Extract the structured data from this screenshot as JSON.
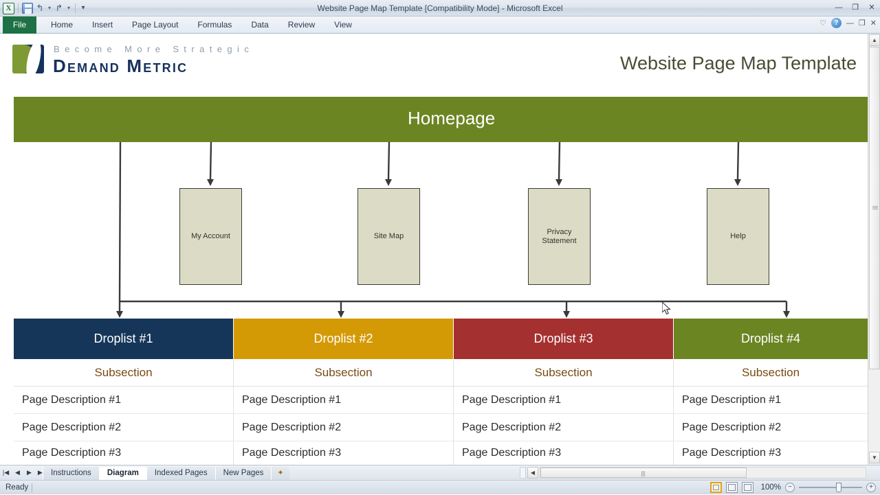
{
  "window": {
    "title": "Website Page Map Template  [Compatibility Mode]  -  Microsoft Excel",
    "minimize": "—",
    "restore": "❐",
    "close": "✕"
  },
  "quick_access": {
    "excel_icon": "X",
    "save_icon": "save-icon",
    "undo_icon": "↰",
    "redo_icon": "↱",
    "customize_icon": "▾"
  },
  "ribbon": {
    "file_tab": "File",
    "tabs": [
      "Home",
      "Insert",
      "Page Layout",
      "Formulas",
      "Data",
      "Review",
      "View"
    ],
    "minimize_ribbon_icon": "♡",
    "help_icon": "?",
    "min_icon": "—",
    "restore_icon": "❐",
    "close_icon": "✕"
  },
  "branding": {
    "tagline": "Become More Strategic",
    "company": "Demand Metric",
    "logo_icon": "demand-metric-logo"
  },
  "sheet_title": "Website Page Map Template",
  "diagram": {
    "root": {
      "label": "Homepage",
      "color": "#6b8523"
    },
    "level2": [
      {
        "label": "My Account"
      },
      {
        "label": "Site Map"
      },
      {
        "label": "Privacy\nStatement"
      },
      {
        "label": "Help"
      }
    ],
    "columns": [
      {
        "header": "Droplist #1",
        "color": "#163659",
        "subsection": "Subsection",
        "pages": [
          "Page Description #1",
          "Page Description #2",
          "Page Description #3"
        ]
      },
      {
        "header": "Droplist #2",
        "color": "#d49a06",
        "subsection": "Subsection",
        "pages": [
          "Page Description #1",
          "Page Description #2",
          "Page Description #3"
        ]
      },
      {
        "header": "Droplist #3",
        "color": "#a53030",
        "subsection": "Subsection",
        "pages": [
          "Page Description #1",
          "Page Description #2",
          "Page Description #3"
        ]
      },
      {
        "header": "Droplist #4",
        "color": "#6b8523",
        "subsection": "Subsection",
        "pages": [
          "Page Description #1",
          "Page Description #2",
          "Page Description #3"
        ]
      }
    ]
  },
  "sheet_tabs": {
    "first_icon": "|◀",
    "prev_icon": "◀",
    "next_icon": "▶",
    "last_icon": "▶|",
    "tabs": [
      "Instructions",
      "Diagram",
      "Indexed Pages",
      "New Pages"
    ],
    "active": "Diagram",
    "insert_sheet_icon": "insert-sheet-icon"
  },
  "status": {
    "text": "Ready",
    "view_normal_icon": "normal-view-icon",
    "view_layout_icon": "page-layout-view-icon",
    "view_break_icon": "page-break-view-icon",
    "zoom": "100%",
    "zoom_out_icon": "−",
    "zoom_in_icon": "+"
  }
}
